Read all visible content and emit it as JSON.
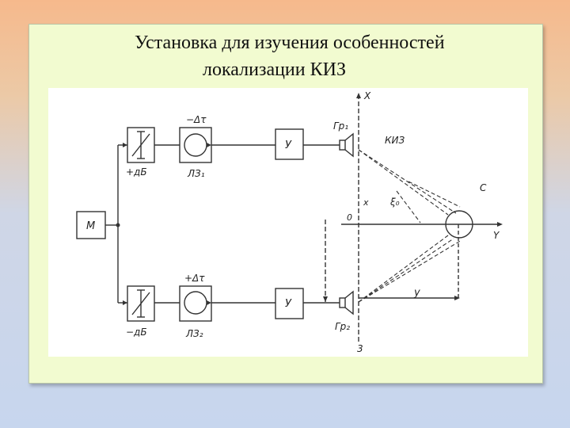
{
  "slide": {
    "title_line1": "Установка для изучения особенностей",
    "title_line2": "локализации КИЗ"
  },
  "diagram": {
    "generator_label": "М",
    "top_delay_label": "−Δτ",
    "top_attenuator_label": "+дБ",
    "top_delay_line_label": "ЛЗ₁",
    "top_amp_label": "У",
    "top_speaker_label": "Гр₁",
    "bottom_delay_label": "+Δτ",
    "bottom_attenuator_label": "−дБ",
    "bottom_delay_line_label": "ЛЗ₂",
    "bottom_amp_label": "У",
    "bottom_speaker_label": "Гр₂",
    "axis_x_label": "X",
    "axis_y_label": "Y",
    "kiz_label": "КИЗ",
    "source_label": "С",
    "distance_label": "у",
    "center_label": "0",
    "point3_label": "3",
    "x_mark_label": "x",
    "angle_label": "ξ₀"
  }
}
